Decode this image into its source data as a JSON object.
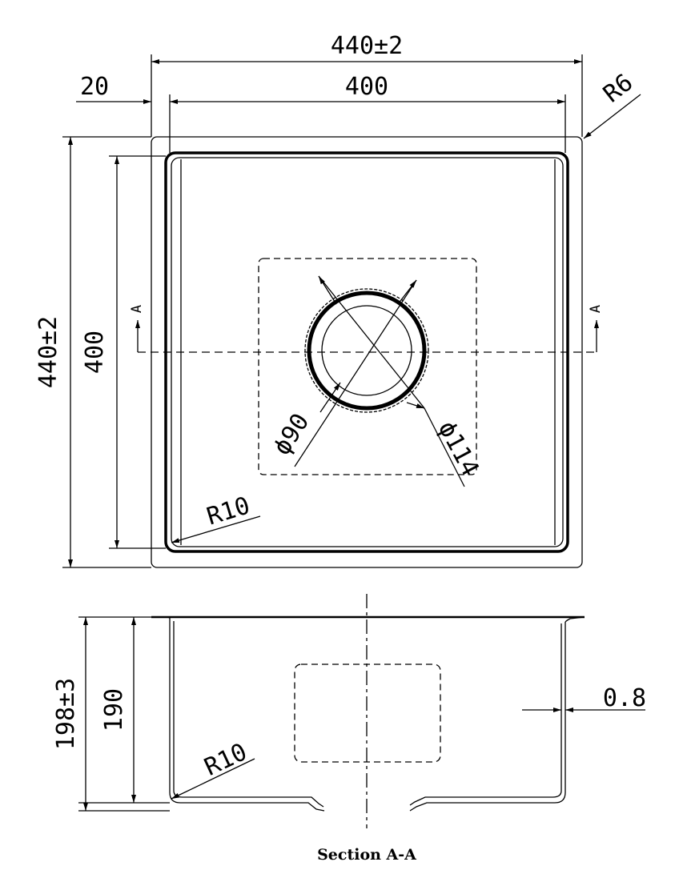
{
  "drawing": {
    "plan_view": {
      "overall_width": "440±2",
      "bowl_width": "400",
      "flange_width": "20",
      "overall_length": "440±2",
      "bowl_length": "400",
      "corner_radius_outer": "R6",
      "corner_radius_bowl": "R10",
      "drain_inner_diameter": "ϕ90",
      "drain_outer_diameter": "ϕ114",
      "section_mark_left": "A",
      "section_mark_right": "A"
    },
    "section_view": {
      "overall_depth": "198±3",
      "bowl_depth": "190",
      "bottom_radius": "R10",
      "thickness": "0.8",
      "caption": "Section A-A"
    }
  }
}
